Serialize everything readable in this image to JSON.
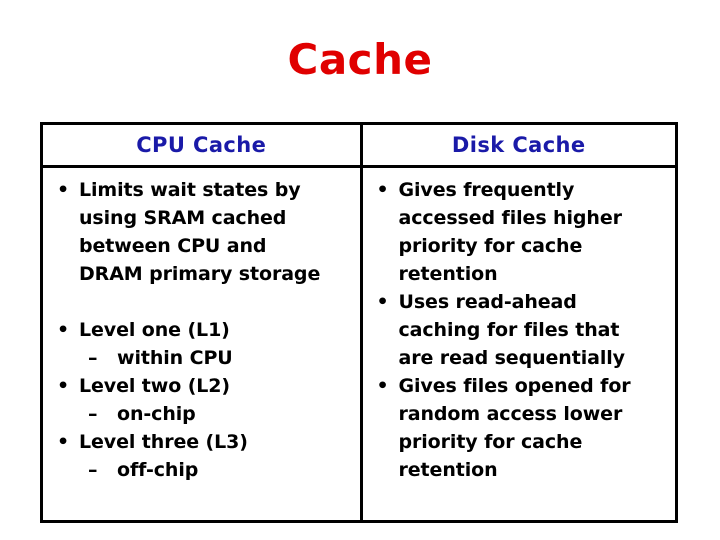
{
  "slide": {
    "title": "Cache",
    "title_color": "#e00000",
    "background_color": "#ffffff",
    "header_color": "#1a1aa8",
    "body_color": "#000000",
    "border_color": "#000000"
  },
  "table": {
    "columns": [
      {
        "header": "CPU Cache"
      },
      {
        "header": "Disk Cache"
      }
    ],
    "left_column": {
      "bullet_marker": "•",
      "sub_marker": "–",
      "items": [
        {
          "level": 1,
          "lines": [
            "Limits wait states by",
            "using SRAM cached",
            "between CPU and",
            "DRAM primary storage"
          ],
          "text": "Limits wait states by using SRAM cached between CPU and DRAM primary storage"
        },
        {
          "level": 0,
          "lines": [
            ""
          ],
          "text": ""
        },
        {
          "level": 1,
          "lines": [
            "Level one (L1)"
          ],
          "text": "Level one (L1)"
        },
        {
          "level": 2,
          "lines": [
            "within CPU"
          ],
          "text": "within CPU"
        },
        {
          "level": 1,
          "lines": [
            "Level two (L2)"
          ],
          "text": "Level two (L2)"
        },
        {
          "level": 2,
          "lines": [
            "on-chip"
          ],
          "text": "on-chip"
        },
        {
          "level": 1,
          "lines": [
            "Level three (L3)"
          ],
          "text": "Level three (L3)"
        },
        {
          "level": 2,
          "lines": [
            "off-chip"
          ],
          "text": "off-chip"
        }
      ]
    },
    "right_column": {
      "bullet_marker": "•",
      "items": [
        {
          "level": 1,
          "lines": [
            "Gives frequently",
            "accessed files higher",
            "priority for cache",
            "retention"
          ],
          "text": "Gives frequently accessed files higher priority for cache retention"
        },
        {
          "level": 1,
          "lines": [
            "Uses read-ahead",
            "caching for files that",
            "are read sequentially"
          ],
          "text": "Uses read-ahead caching for files that are read sequentially"
        },
        {
          "level": 1,
          "lines": [
            "Gives files opened for",
            "random access lower",
            "priority for cache",
            "retention"
          ],
          "text": "Gives files opened for random access lower priority for cache retention"
        }
      ]
    }
  }
}
